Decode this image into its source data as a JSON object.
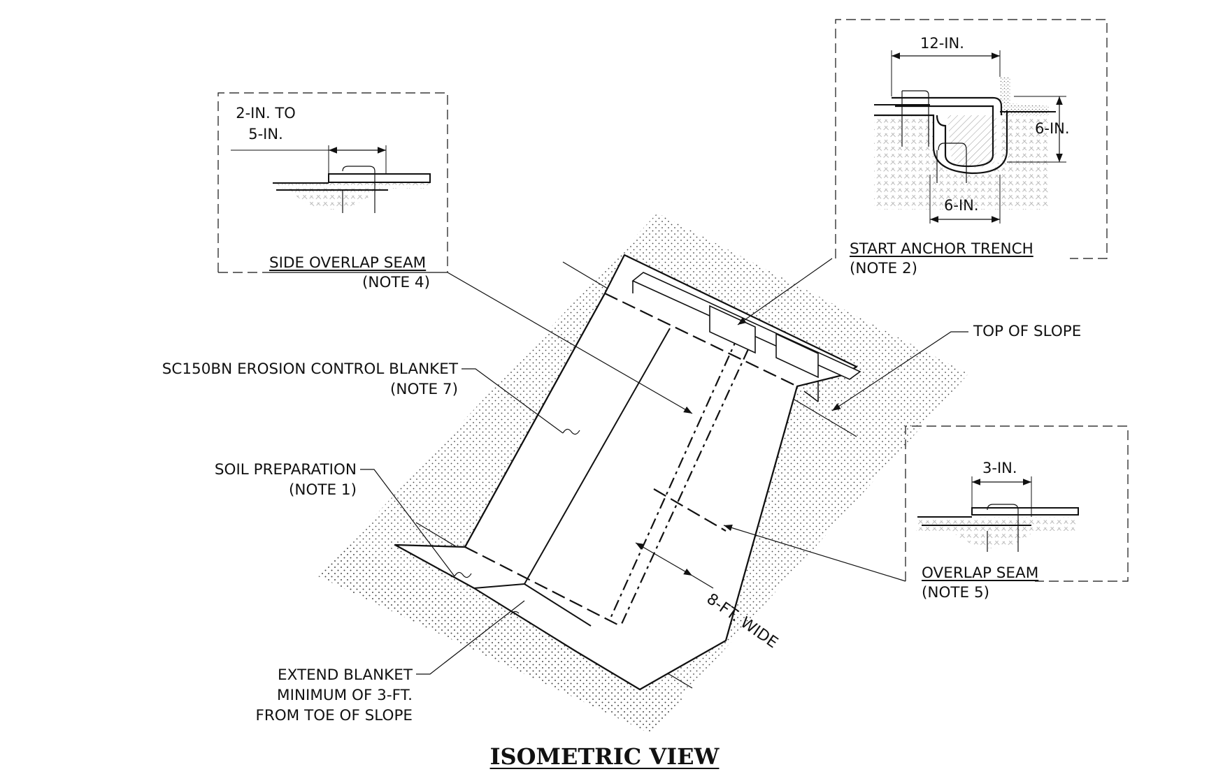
{
  "title": "ISOMETRIC VIEW",
  "callouts": {
    "side_overlap": {
      "title": "SIDE OVERLAP SEAM",
      "note": "(NOTE 4)",
      "dimension": [
        "2-IN. TO",
        "5-IN."
      ]
    },
    "anchor_trench": {
      "title": "START ANCHOR TRENCH",
      "note": "(NOTE 2)",
      "dim_width": "12-IN.",
      "dim_depth": "6-IN.",
      "dim_bottom": "6-IN."
    },
    "overlap_seam": {
      "title": "OVERLAP SEAM",
      "note": "(NOTE 5)",
      "dimension": "3-IN."
    }
  },
  "labels": {
    "top_of_slope": "TOP OF SLOPE",
    "blanket": [
      "SC150BN EROSION CONTROL BLANKET",
      "(NOTE 7)"
    ],
    "soil_prep": [
      "SOIL PREPARATION",
      "(NOTE 1)"
    ],
    "extend": [
      "EXTEND BLANKET",
      "MINIMUM OF 3-FT.",
      "FROM TOE OF SLOPE"
    ],
    "width": "8-FT. WIDE"
  }
}
